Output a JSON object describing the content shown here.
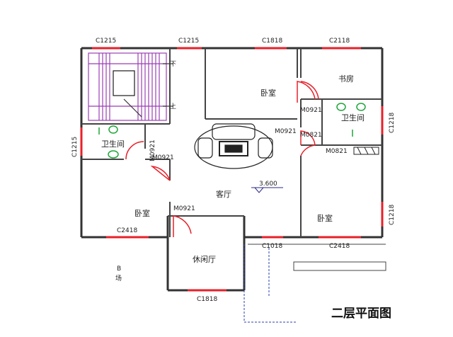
{
  "plan": {
    "title": "二层平面图",
    "elevation": "3.600",
    "stair_down": "下",
    "stair_up": "上",
    "entry_mark": "B",
    "entry_sub": "场",
    "rooms": {
      "bedroom_north": "卧室",
      "study": "书房",
      "bath_right": "卫生间",
      "bath_left": "卫生间",
      "living": "客厅",
      "bedroom_sw": "卧室",
      "bedroom_se": "卧室",
      "lounge": "休闲厅"
    },
    "windows": {
      "w_c1215_a": "C1215",
      "w_c1215_b": "C1215",
      "w_c1818_a": "C1818",
      "w_c2118": "C2118",
      "w_c1218_a": "C1218",
      "w_c1215_left": "C1215",
      "w_c2418_a": "C2418",
      "w_c1018": "C1018",
      "w_c2418_b": "C2418",
      "w_c1218_b": "C1218",
      "w_c1818_b": "C1818"
    },
    "doors": {
      "d_m0921_a": "M0921",
      "d_m0921_b": "M0921",
      "d_m0921_c": "M0921",
      "d_m0921_d": "M0921",
      "d_m0921_e": "M0921",
      "d_m0821_a": "M0821",
      "d_m0821_b": "M0821"
    }
  },
  "colors": {
    "wall": "#333333",
    "window": "#e8202a",
    "stair": "#9b3fb5",
    "fixture": "#1fa63a",
    "balcony": "#2a3fb5",
    "text": "#222222"
  }
}
